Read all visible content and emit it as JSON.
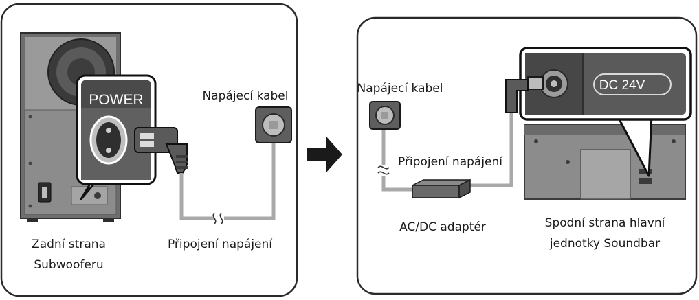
{
  "left_panel": {
    "power_label": "POWER",
    "cable_label": "Napájecí kabel",
    "connection_label": "Připojení napájení",
    "caption_line1": "Zadní strana",
    "caption_line2": "Subwooferu"
  },
  "right_panel": {
    "cable_label": "Napájecí kabel",
    "connection_label": "Připojení napájení",
    "adapter_label": "AC/DC adaptér",
    "dc_label": "DC 24V",
    "caption_line1": "Spodní strana hlavní",
    "caption_line2": "jednotky Soundbar"
  },
  "colors": {
    "device_dark": "#4b4b4b",
    "device_mid": "#8a8a8a",
    "device_light": "#cfcfcf",
    "cable": "#a9a9a9",
    "arrow": "#1a1a1a"
  }
}
